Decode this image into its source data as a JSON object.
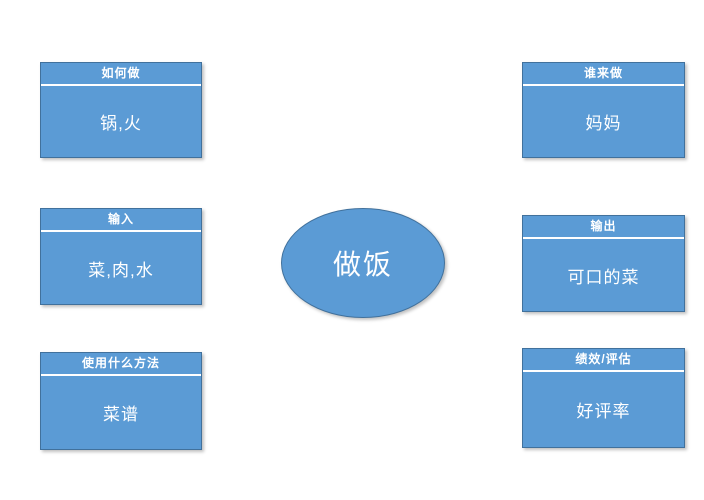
{
  "diagram": {
    "title_node": {
      "label": "做饭"
    },
    "colors": {
      "node_fill": "#5b9bd5",
      "node_border": "#41719c",
      "node_text": "#ffffff",
      "background": "#ffffff"
    },
    "boxes": [
      {
        "id": "how",
        "side": "left",
        "row": 1,
        "title": "如何做",
        "value": "锅,火"
      },
      {
        "id": "input",
        "side": "left",
        "row": 2,
        "title": "输入",
        "value": "菜,肉,水"
      },
      {
        "id": "method",
        "side": "left",
        "row": 3,
        "title": "使用什么方法",
        "value": "菜谱"
      },
      {
        "id": "who",
        "side": "right",
        "row": 1,
        "title": "谁来做",
        "value": "妈妈"
      },
      {
        "id": "output",
        "side": "right",
        "row": 2,
        "title": "输出",
        "value": "可口的菜"
      },
      {
        "id": "eval",
        "side": "right",
        "row": 3,
        "title": "绩效/评估",
        "value": "好评率"
      }
    ]
  }
}
